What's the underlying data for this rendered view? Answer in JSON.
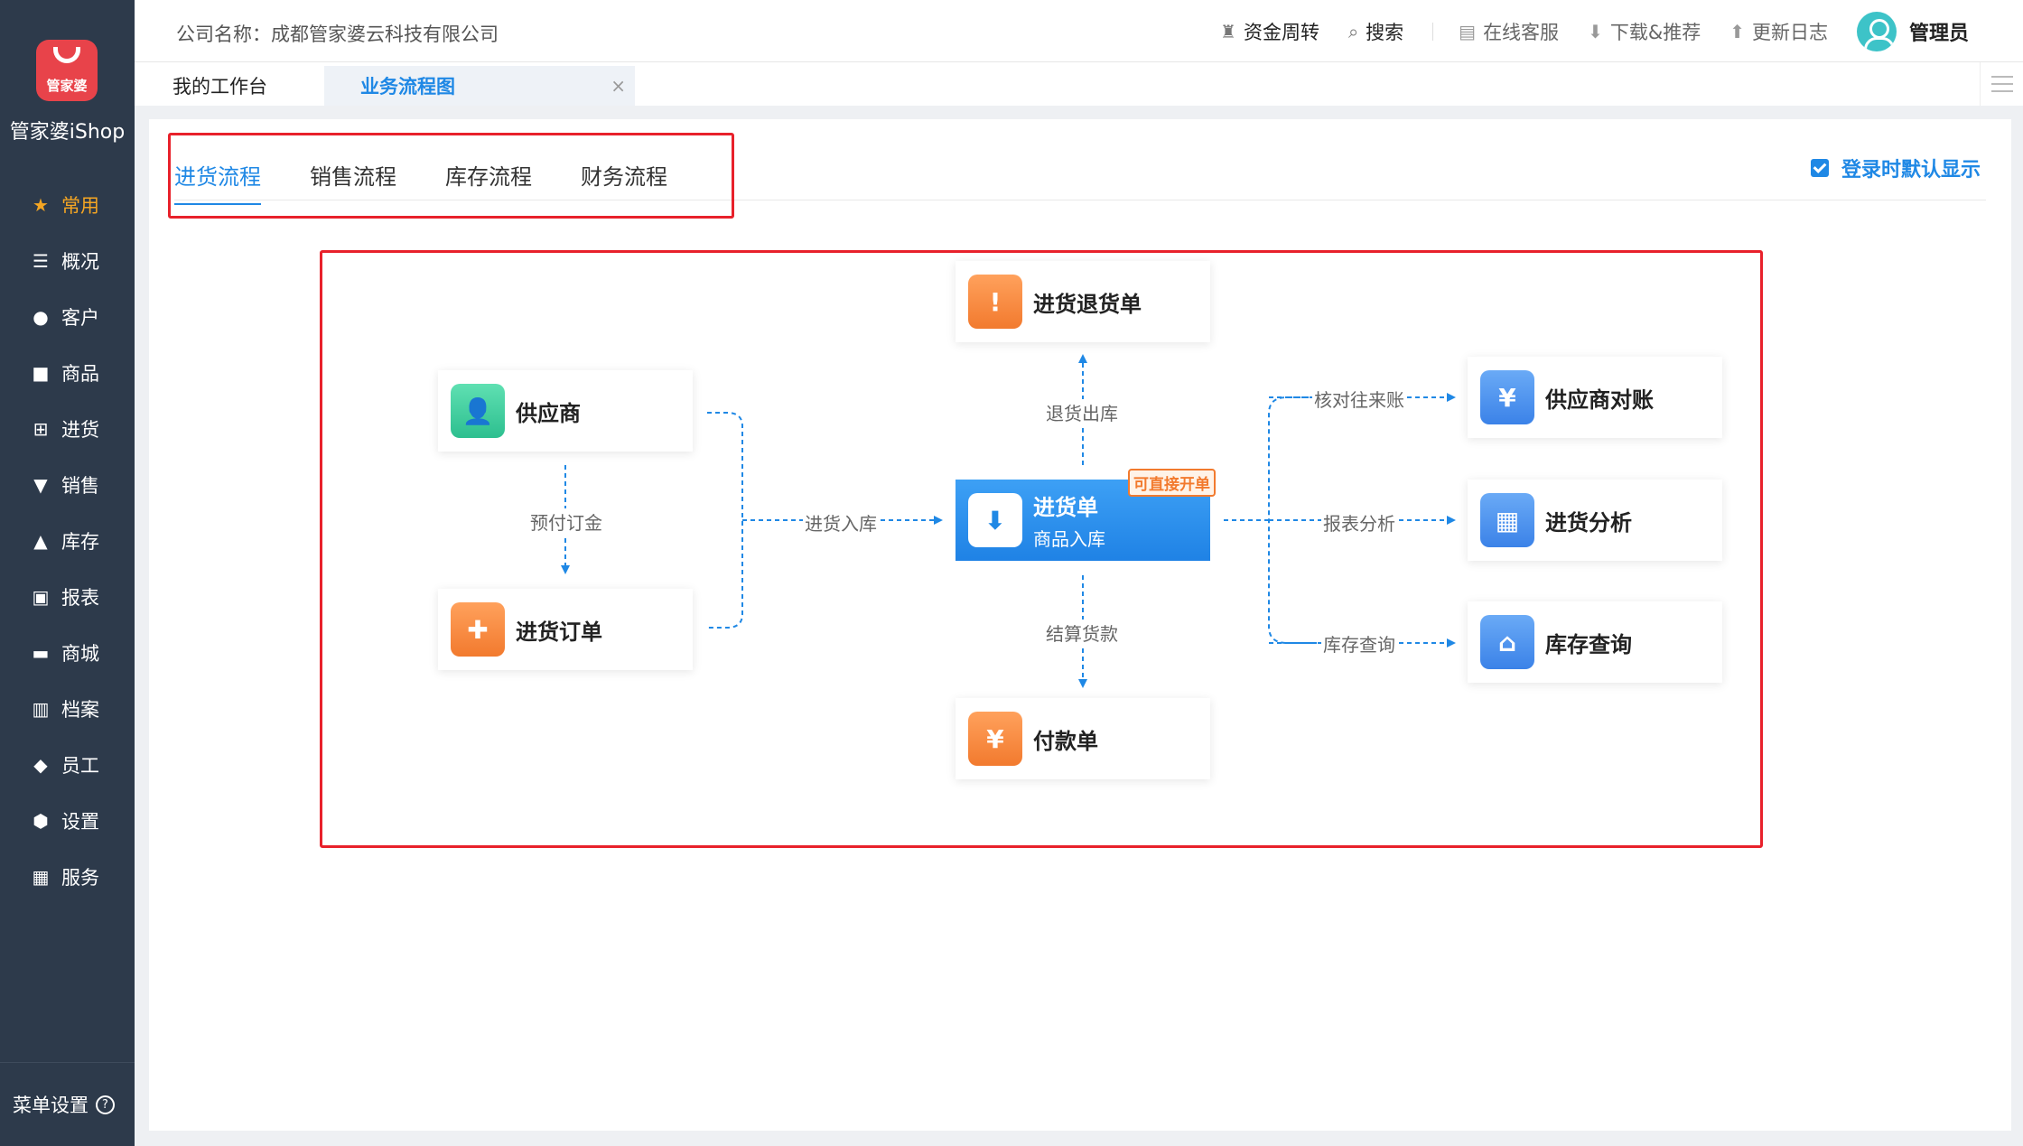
{
  "brand": {
    "logo_text": "管家婆",
    "name": "管家婆iShop"
  },
  "sidebar": {
    "items": [
      {
        "label": "常用",
        "icon": "star-icon",
        "active": true
      },
      {
        "label": "概况",
        "icon": "layers-icon"
      },
      {
        "label": "客户",
        "icon": "customer-icon"
      },
      {
        "label": "商品",
        "icon": "goods-icon"
      },
      {
        "label": "进货",
        "icon": "cart-icon"
      },
      {
        "label": "销售",
        "icon": "basket-icon"
      },
      {
        "label": "库存",
        "icon": "warehouse-icon"
      },
      {
        "label": "报表",
        "icon": "report-icon"
      },
      {
        "label": "商城",
        "icon": "store-icon"
      },
      {
        "label": "档案",
        "icon": "archive-icon"
      },
      {
        "label": "员工",
        "icon": "staff-icon"
      },
      {
        "label": "设置",
        "icon": "gear-icon"
      },
      {
        "label": "服务",
        "icon": "grid-icon"
      }
    ],
    "menu_settings": "菜单设置"
  },
  "header": {
    "company": "公司名称：成都管家婆云科技有限公司",
    "actions": {
      "funds": "资金周转",
      "search": "搜索",
      "service": "在线客服",
      "download": "下载&推荐",
      "changelog": "更新日志"
    },
    "user": "管理员"
  },
  "tabs": {
    "workbench": "我的工作台",
    "flowchart": "业务流程图",
    "close": "×"
  },
  "flow_tabs": [
    "进货流程",
    "销售流程",
    "库存流程",
    "财务流程"
  ],
  "default_show": "登录时默认显示",
  "flow": {
    "supplier": "供应商",
    "purchase_order": "进货订单",
    "purchase_return": "进货退货单",
    "purchase_bill": "进货单",
    "purchase_bill_sub": "商品入库",
    "badge": "可直接开单",
    "payment": "付款单",
    "supplier_recon": "供应商对账",
    "purchase_analysis": "进货分析",
    "stock_query": "库存查询",
    "labels": {
      "prepay": "预付订金",
      "stock_in": "进货入库",
      "return_out": "退货出库",
      "settle": "结算货款",
      "check_account": "核对往来账",
      "report_analysis": "报表分析",
      "stock_query": "库存查询"
    }
  },
  "colors": {
    "accent": "#1f88e5",
    "highlight": "#e8212b",
    "sidebar": "#2d3a4b",
    "active_nav": "#f5a623"
  }
}
